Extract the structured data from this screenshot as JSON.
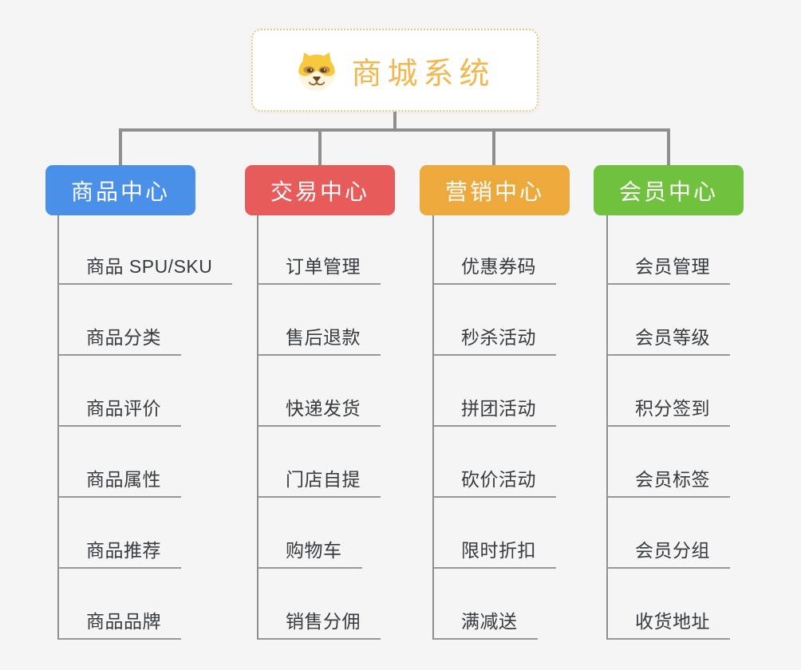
{
  "root": {
    "title": "商城系统",
    "icon": "shiba-dog-icon"
  },
  "branches": [
    {
      "id": "product-center",
      "label": "商品中心",
      "color": "#4B90E8",
      "items": [
        "商品 SPU/SKU",
        "商品分类",
        "商品评价",
        "商品属性",
        "商品推荐",
        "商品品牌"
      ]
    },
    {
      "id": "trade-center",
      "label": "交易中心",
      "color": "#E85B5B",
      "items": [
        "订单管理",
        "售后退款",
        "快递发货",
        "门店自提",
        "购物车",
        "销售分佣"
      ]
    },
    {
      "id": "marketing-center",
      "label": "营销中心",
      "color": "#EEA93D",
      "items": [
        "优惠券码",
        "秒杀活动",
        "拼团活动",
        "砍价活动",
        "限时折扣",
        "满减送"
      ]
    },
    {
      "id": "member-center",
      "label": "会员中心",
      "color": "#70C13E",
      "items": [
        "会员管理",
        "会员等级",
        "积分签到",
        "会员标签",
        "会员分组",
        "收货地址"
      ]
    }
  ],
  "colors": {
    "background": "#F5F5F5",
    "connector": "#8F8F8F",
    "underline": "#979797",
    "root_border": "#F2C482",
    "root_title": "#F4B74D",
    "item_text": "#363B40"
  }
}
